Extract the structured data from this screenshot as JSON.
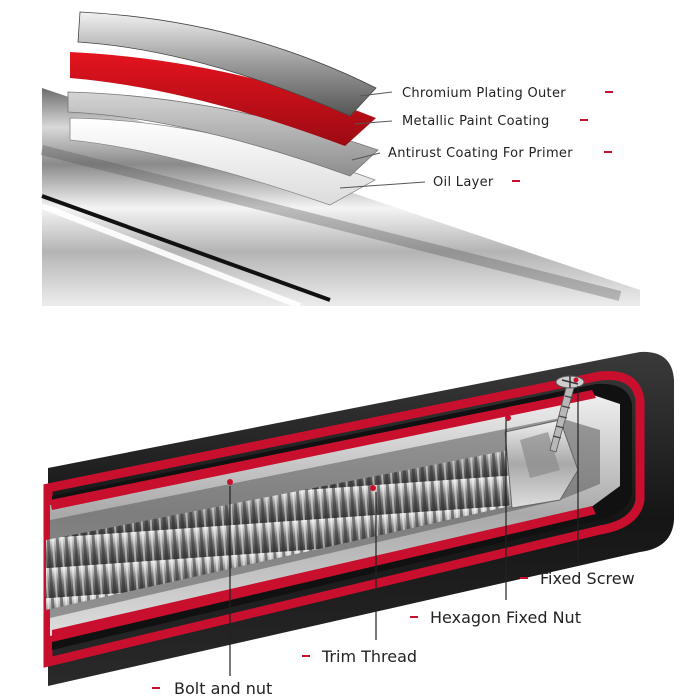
{
  "top_panel": {
    "labels": [
      {
        "text": "Chromium Plating Outer"
      },
      {
        "text": "Metallic Paint Coating"
      },
      {
        "text": "Antirust Coating For Primer"
      },
      {
        "text": "Oil Layer"
      }
    ]
  },
  "bottom_panel": {
    "labels": [
      {
        "text": "Fixed Screw"
      },
      {
        "text": "Hexagon Fixed Nut"
      },
      {
        "text": "Trim Thread"
      },
      {
        "text": "Bolt and nut"
      }
    ]
  },
  "colors": {
    "accent_red": "#c8102e",
    "chrome": "#c9c9c9",
    "foam": "#1c1c1c",
    "leader": "#555555"
  },
  "icons": {
    "dash_marker": "red-dash-icon",
    "dot_marker": "red-dot-icon"
  }
}
